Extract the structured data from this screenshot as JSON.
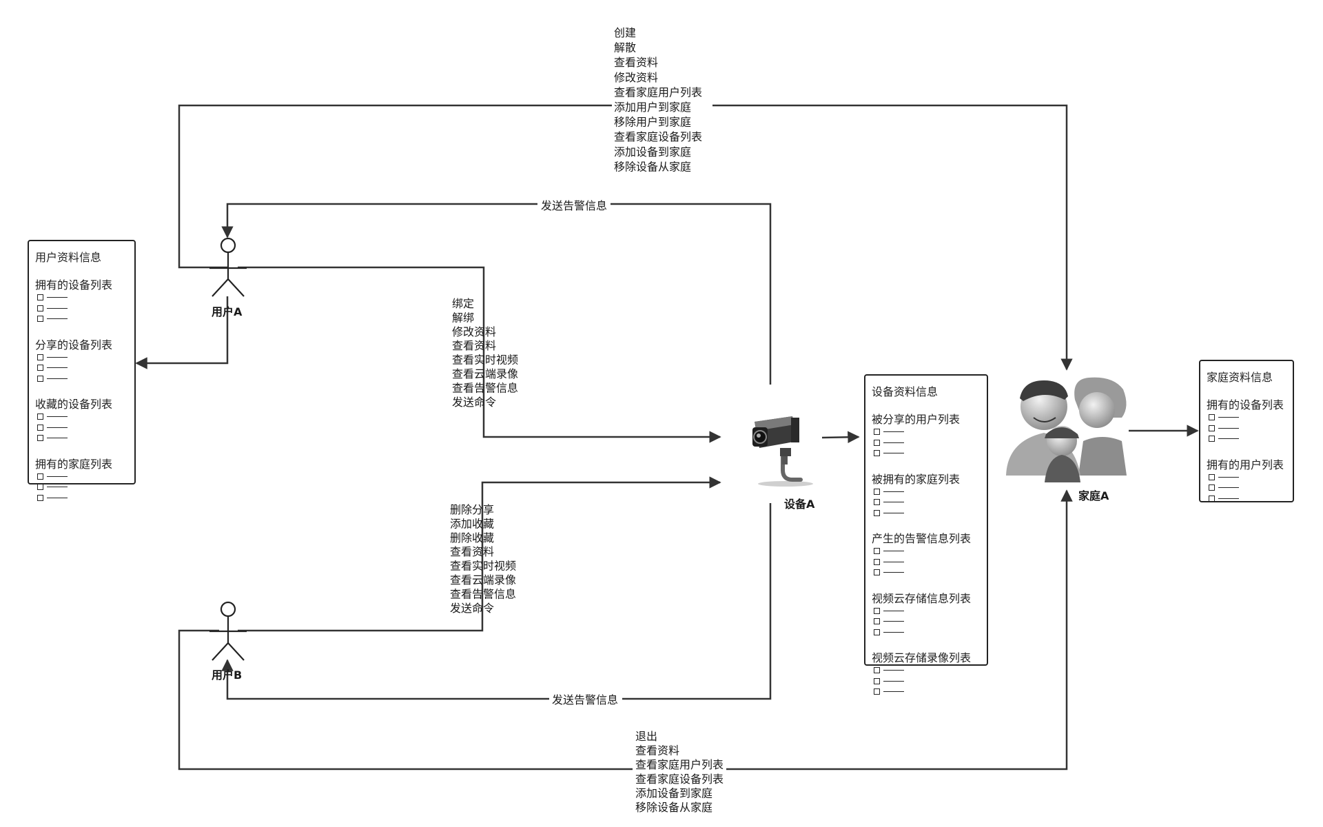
{
  "nodes": {
    "user_a": {
      "label": "用户A"
    },
    "user_b": {
      "label": "用户B"
    },
    "device_a": {
      "label": "设备A"
    },
    "family_a": {
      "label": "家庭A"
    }
  },
  "edges": {
    "user_a_to_family": [
      "创建",
      "解散",
      "查看资料",
      "修改资料",
      "查看家庭用户列表",
      "添加用户到家庭",
      "移除用户到家庭",
      "查看家庭设备列表",
      "添加设备到家庭",
      "移除设备从家庭"
    ],
    "alarm_to_user_a": "发送告警信息",
    "user_a_to_device": [
      "绑定",
      "解绑",
      "修改资料",
      "查看资料",
      "查看实时视频",
      "查看云端录像",
      "查看告警信息",
      "发送命令"
    ],
    "user_b_to_device": [
      "删除分享",
      "添加收藏",
      "删除收藏",
      "查看资料",
      "查看实时视频",
      "查看云端录像",
      "查看告警信息",
      "发送命令"
    ],
    "alarm_to_user_b": "发送告警信息",
    "user_b_to_family": [
      "退出",
      "查看资料",
      "查看家庭用户列表",
      "查看家庭设备列表",
      "添加设备到家庭",
      "移除设备从家庭"
    ]
  },
  "cards": {
    "user_info": {
      "title": "用户资料信息",
      "sections": [
        {
          "title": "拥有的设备列表",
          "count": 3
        },
        {
          "title": "分享的设备列表",
          "count": 3
        },
        {
          "title": "收藏的设备列表",
          "count": 3
        },
        {
          "title": "拥有的家庭列表",
          "count": 3
        }
      ]
    },
    "device_info": {
      "title": "设备资料信息",
      "sections": [
        {
          "title": "被分享的用户列表",
          "count": 3
        },
        {
          "title": "被拥有的家庭列表",
          "count": 3
        },
        {
          "title": "产生的告警信息列表",
          "count": 3
        },
        {
          "title": "视频云存储信息列表",
          "count": 3
        },
        {
          "title": "视频云存储录像列表",
          "count": 3
        }
      ]
    },
    "family_info": {
      "title": "家庭资料信息",
      "sections": [
        {
          "title": "拥有的设备列表",
          "count": 3
        },
        {
          "title": "拥有的用户列表",
          "count": 3
        }
      ]
    }
  },
  "icons": {
    "actor": "stick-figure-icon",
    "device": "security-camera-icon",
    "family": "family-icon"
  },
  "colors": {
    "line": "#333333",
    "text": "#1a1a1a"
  }
}
